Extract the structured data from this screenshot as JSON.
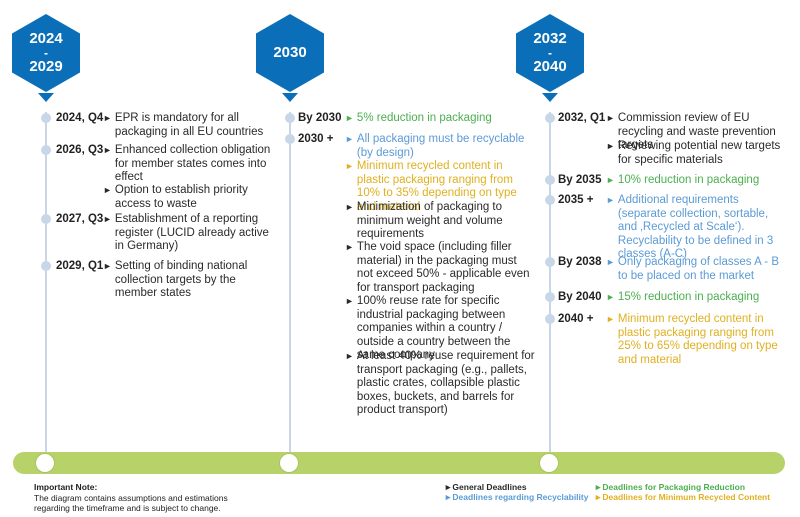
{
  "headers": [
    {
      "top": "2024",
      "dash": "-",
      "bottom": "2029"
    },
    {
      "top": "2030",
      "dash": "",
      "bottom": ""
    },
    {
      "top": "2032",
      "dash": "-",
      "bottom": "2040"
    }
  ],
  "col1": [
    {
      "label": "2024, Q4",
      "items": [
        {
          "arrow": "►",
          "text": "EPR is mandatory for all packaging in all EU countries"
        }
      ]
    },
    {
      "label": "2026, Q3",
      "items": [
        {
          "arrow": "►",
          "text": "Enhanced collection obligation for member states comes into effect"
        },
        {
          "arrow": "►",
          "text": "Option to establish priority access to waste"
        }
      ]
    },
    {
      "label": "2027, Q3",
      "items": [
        {
          "arrow": "►",
          "text": "Establishment of a reporting register (LUCID already active in Germany)"
        }
      ]
    },
    {
      "label": "2029, Q1",
      "items": [
        {
          "arrow": "►",
          "text": "Setting of binding national collection targets by the member states"
        }
      ]
    }
  ],
  "col2": [
    {
      "label": "By 2030",
      "items": [
        {
          "arrow": "►",
          "text": "5% reduction in packaging"
        }
      ]
    },
    {
      "label": "2030 +",
      "items": [
        {
          "arrow": "►",
          "text": "All packaging must be recyclable (by design)"
        },
        {
          "arrow": "►",
          "text": "Minimum recycled content in plastic packaging ranging from 10% to 35% depending on type and material"
        },
        {
          "arrow": "►",
          "text": "Minimization of packaging to minimum weight and volume requirements"
        },
        {
          "arrow": "►",
          "text": "The void space (including filler material) in the packaging must not exceed 50% - applicable even for transport packaging"
        },
        {
          "arrow": "►",
          "text": "100% reuse rate for specific industrial packaging between companies within a country / outside a country between the same company"
        },
        {
          "arrow": "►",
          "text": "At least 40% reuse requirement for transport packaging (e.g., pallets, plastic crates, collapsible plastic boxes, buckets, and barrels for product transport)"
        }
      ]
    }
  ],
  "col3": [
    {
      "label": "2032, Q1",
      "items": [
        {
          "arrow": "►",
          "text": "Commission review of EU recycling and waste prevention targets"
        },
        {
          "arrow": "►",
          "text": "Reviewing potential new targets for specific materials"
        }
      ]
    },
    {
      "label": "By 2035",
      "items": [
        {
          "arrow": "►",
          "text": "10% reduction in packaging"
        }
      ]
    },
    {
      "label": "2035 +",
      "items": [
        {
          "arrow": "►",
          "text": "Additional requirements (separate collection, sortable, and ‚Recycled at Scale‘). Recyclability to be defined in 3 classes (A-C)"
        }
      ]
    },
    {
      "label": "By 2038",
      "items": [
        {
          "arrow": "►",
          "text": "Only packaging of classes A - B to be placed on the market"
        }
      ]
    },
    {
      "label": "By 2040",
      "items": [
        {
          "arrow": "►",
          "text": "15% reduction in packaging"
        }
      ]
    },
    {
      "label": "2040 +",
      "items": [
        {
          "arrow": "►",
          "text": "Minimum recycled content in plastic packaging ranging from 25% to 65% depending on type and material"
        }
      ]
    }
  ],
  "note": {
    "title": "Important Note:",
    "line1": "The diagram contains assumptions and estimations",
    "line2": "regarding the timeframe and is subject to change."
  },
  "legend": {
    "general": "►General Deadlines",
    "recyclability": "►Deadlines regarding Recyclability",
    "reduction": "►Deadlines for Packaging Reduction",
    "recycled": "►Deadlines for Minimum Recycled Content"
  },
  "colors": {
    "header_blue": "#0a6fb8",
    "general": "#2a2a2a",
    "recyclability": "#5b9bd5",
    "reduction": "#4caf50",
    "recycled": "#e0b020",
    "bar": "#b8d26a"
  }
}
